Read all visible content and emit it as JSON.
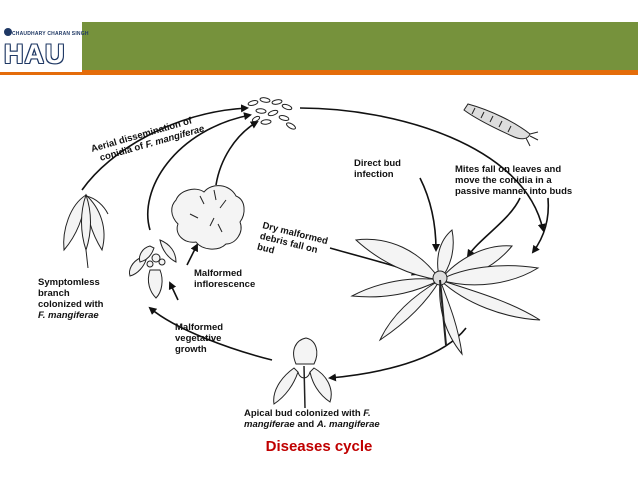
{
  "header": {
    "logo_caption": "CHAUDHARY CHARAN SINGH",
    "logo_text": "HAU",
    "colors": {
      "bar": "#76923c",
      "stripe": "#e46c0a",
      "caption": "#c00000"
    }
  },
  "diagram": {
    "labels": {
      "aerial_l1": "Aerial dissemination of",
      "aerial_l2a": "conidia of ",
      "aerial_l2b": "F. mangiferae",
      "direct_l1": "Direct  bud",
      "direct_l2": "infection",
      "mites_l1": "Mites fall on leaves and",
      "mites_l2": "move the conidia in a",
      "mites_l3": "passive manner into buds",
      "dry_l1": "Dry malformed",
      "dry_l2": "debris fall on",
      "dry_l3": "bud",
      "symptomless_l1": "Symptomless",
      "symptomless_l2": "branch",
      "symptomless_l3": "colonized with",
      "symptomless_l4": "F. mangiferae",
      "inflor_l1": "Malformed",
      "inflor_l2": "inflorescence",
      "veg_l1": "Malformed",
      "veg_l2": "vegetative",
      "veg_l3": "growth",
      "apical_l1a": "Apical bud colonized with ",
      "apical_l1b": "F.",
      "apical_l2a": "mangiferae",
      "apical_l2b": " and ",
      "apical_l2c": "A. mangiferae"
    },
    "caption": "Diseases cycle"
  }
}
